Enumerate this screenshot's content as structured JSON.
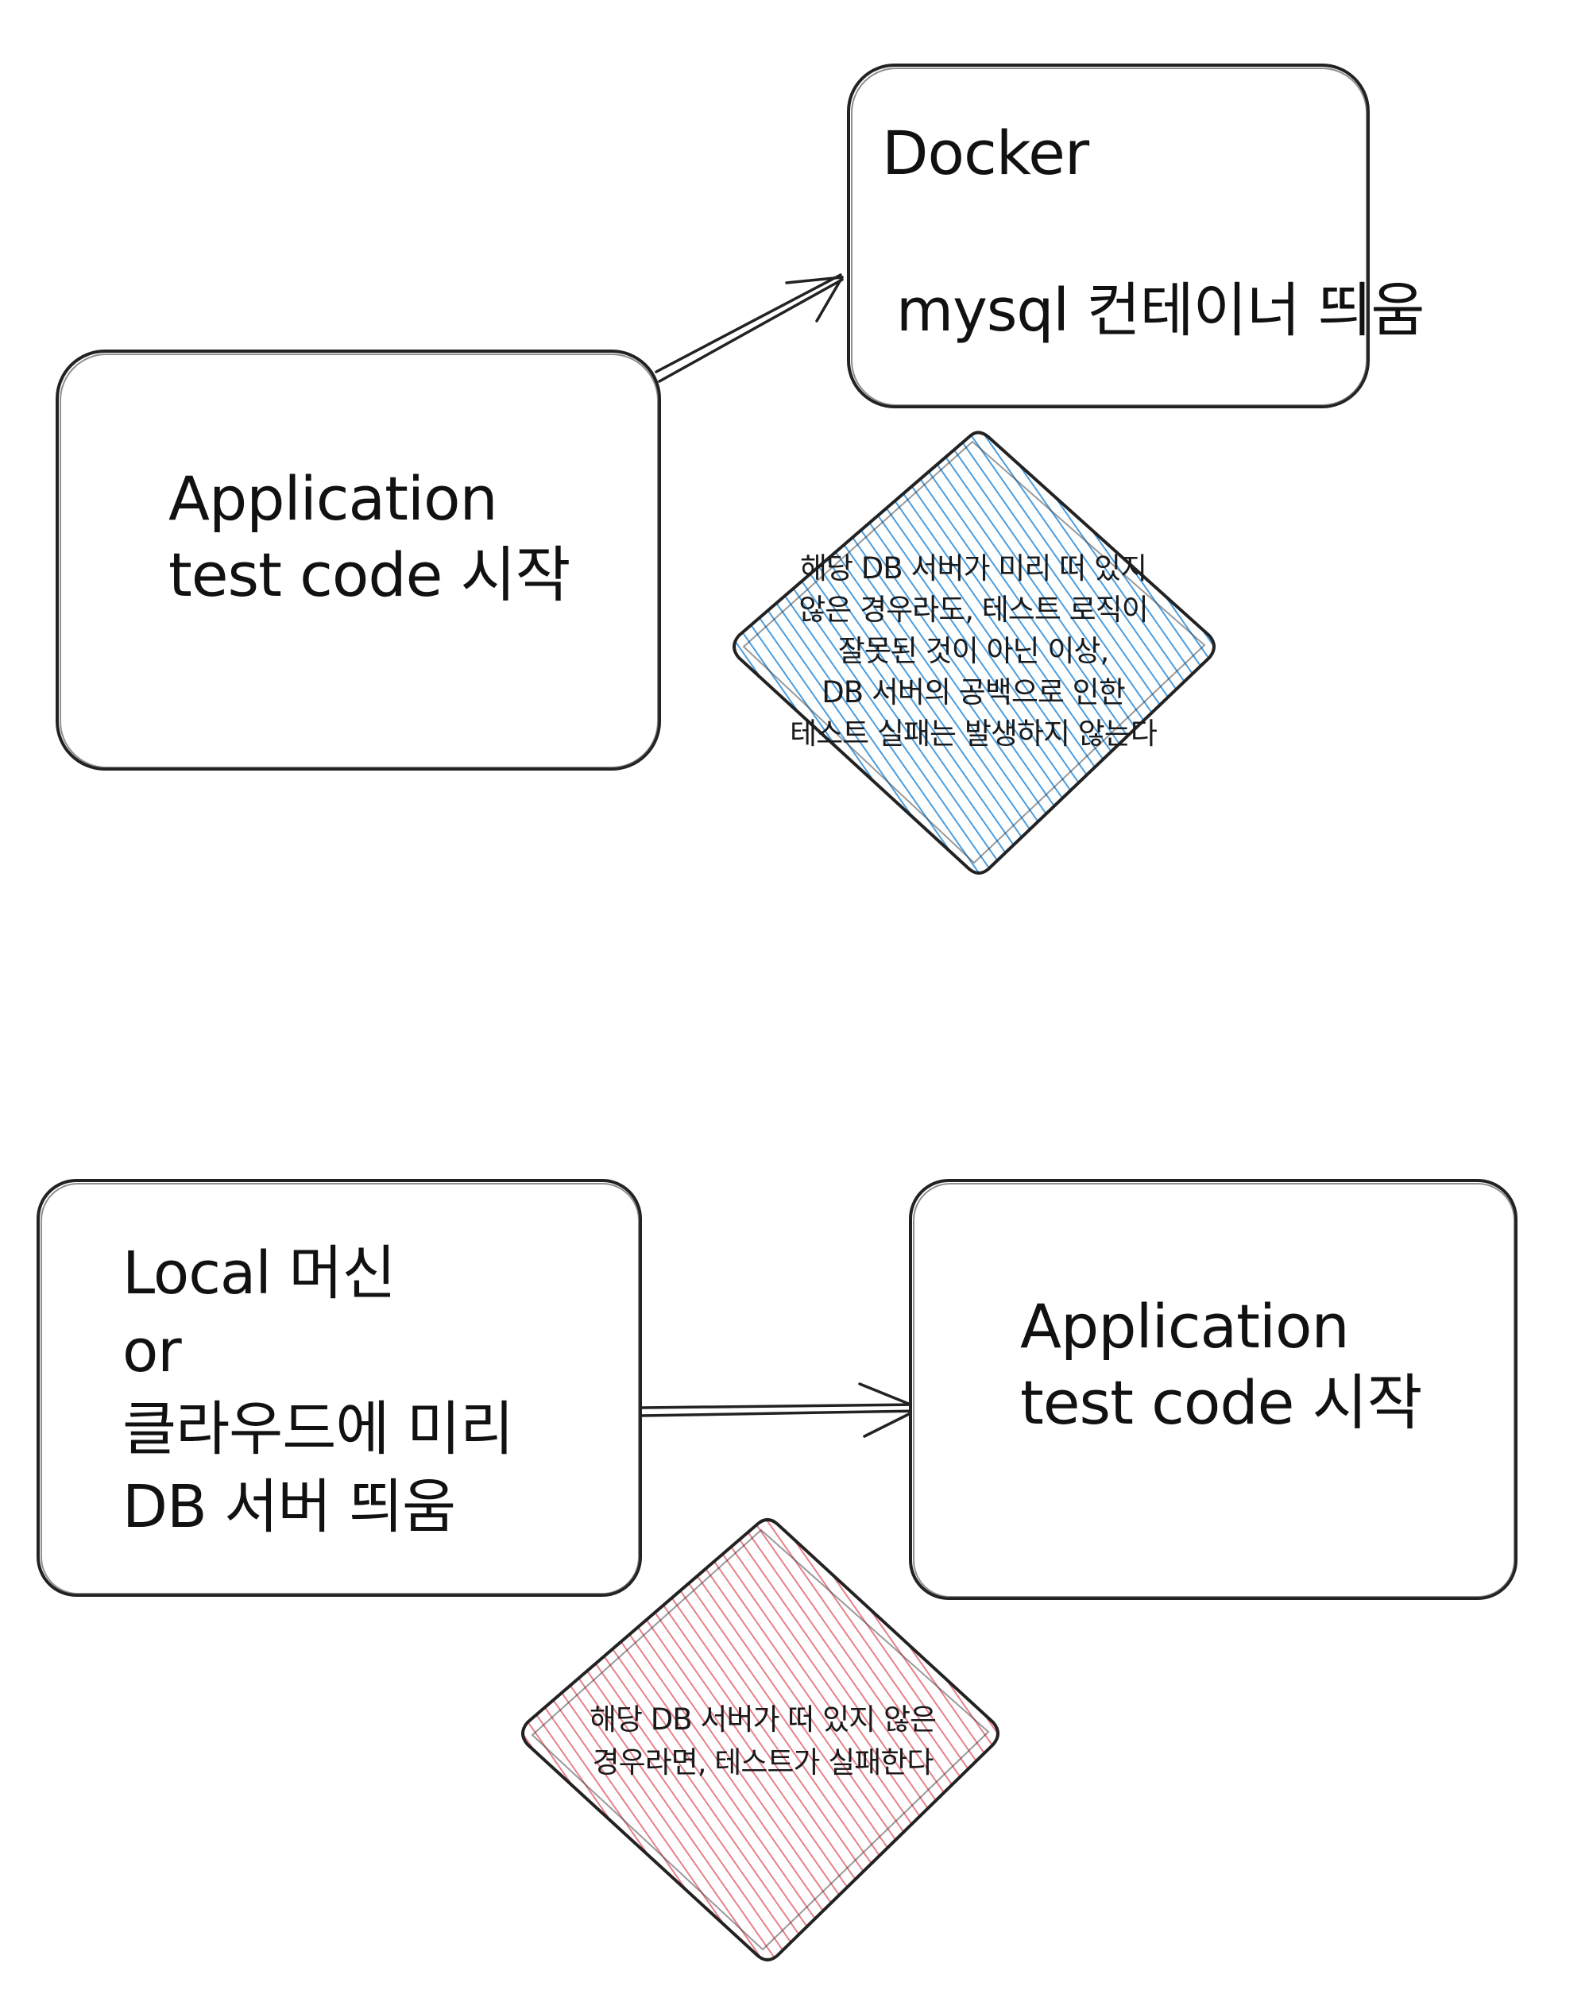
{
  "diagram_top": {
    "app_box": {
      "line1": "Application",
      "line2": "test code 시작"
    },
    "docker_box": {
      "title": "Docker",
      "subtitle": "mysql 컨테이너 띄움"
    },
    "note": {
      "fill_color": "#a8d4f5",
      "lines": [
        "해당 DB 서버가 미리 떠 있지",
        "않은 경우라도, 테스트 로직이",
        "잘못된 것이 아닌 이상,",
        "DB 서버의 공백으로 인한",
        "테스트 실패는 발생하지 않는다"
      ]
    }
  },
  "diagram_bottom": {
    "local_box": {
      "lines": [
        "Local 머신",
        "or",
        "클라우드에 미리",
        "DB 서버 띄움"
      ]
    },
    "app_box": {
      "line1": "Application",
      "line2": "test code 시작"
    },
    "note": {
      "fill_color": "#f5b4b8",
      "lines": [
        "해당 DB 서버가 떠 있지 않은",
        "경우라면, 테스트가 실패한다"
      ]
    }
  }
}
